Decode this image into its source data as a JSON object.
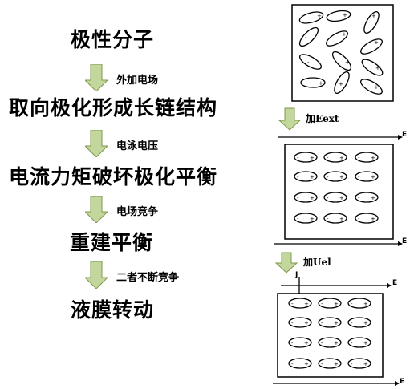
{
  "flow": {
    "steps": [
      "极性分子",
      "取向极化形成长链结构",
      "电流力矩破坏极化平衡",
      "重建平衡",
      "液膜转动"
    ],
    "labels": [
      "外加电场",
      "电泳电压",
      "电场竞争",
      "二者不断竞争"
    ]
  },
  "right": {
    "label1": "加Eext",
    "label2": "加Uel",
    "e_axis": "E",
    "j_label": "J"
  },
  "colors": {
    "arrow_fill": "#c3d69b",
    "arrow_stroke": "#7f9a4f"
  }
}
